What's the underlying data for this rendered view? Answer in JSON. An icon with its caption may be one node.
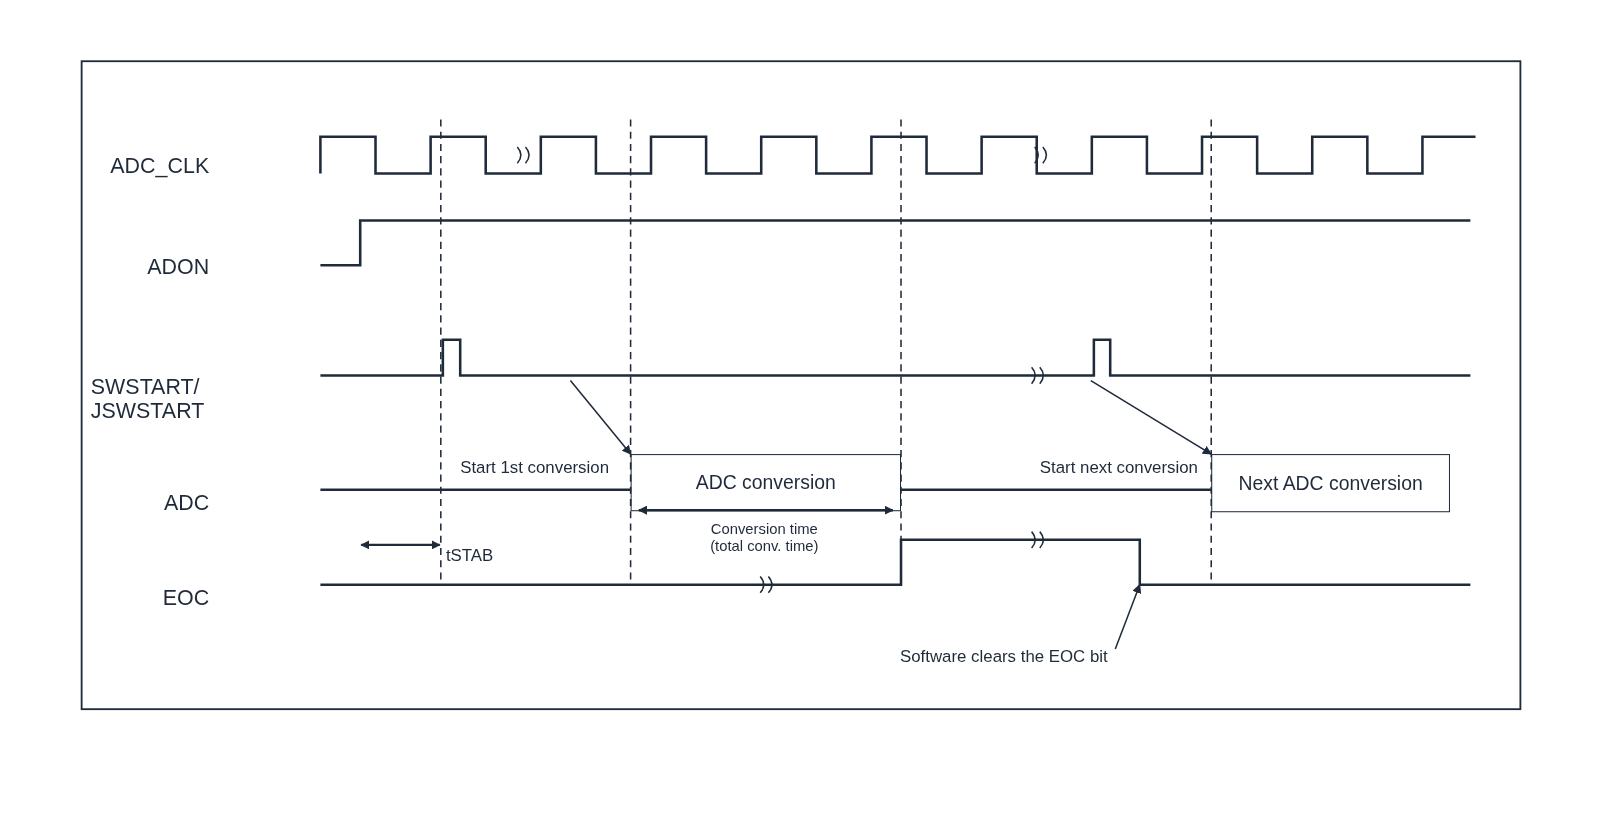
{
  "diagram": {
    "nodes": [
      {
        "text": [
          "ADC conversion"
        ]
      },
      {
        "text": [
          "Next ADC conversion"
        ]
      },
      {
        "text": [
          "Software clears the EOC bit"
        ]
      }
    ],
    "edges": [
      {
        "from": null,
        "to": 0,
        "arrow": "to"
      },
      {
        "from": null,
        "to": 1,
        "arrow": "to"
      },
      {
        "from": 2,
        "to": null,
        "arrow": "to"
      }
    ],
    "labels": [
      "ADC_CLK",
      "ADON",
      "SWSTART/ JSWSTART",
      "Start 1st conversion",
      "Start next conversion",
      "ADC",
      "Conversion time (total conv. time)",
      "tSTAB",
      "EOC"
    ]
  }
}
